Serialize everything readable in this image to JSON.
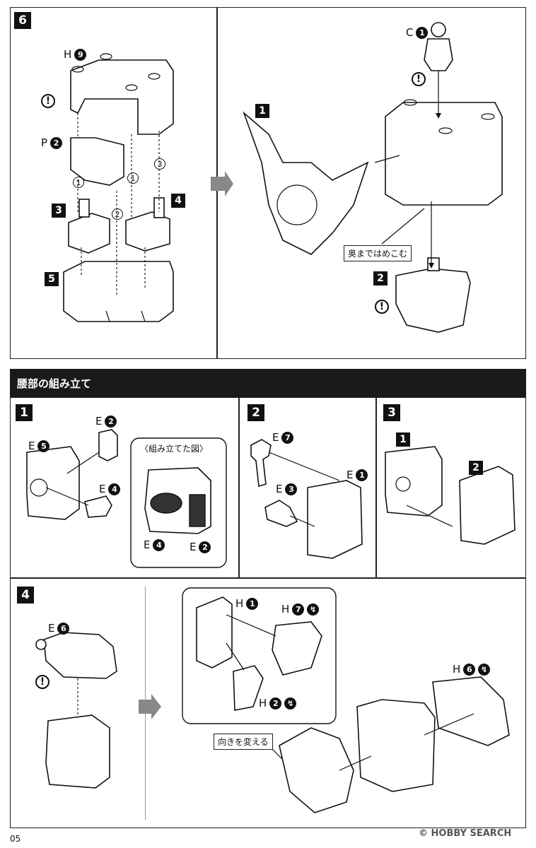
{
  "step6": {
    "number": "6",
    "parts": {
      "h9": {
        "letter": "H",
        "num": "9"
      },
      "p2": {
        "letter": "P",
        "num": "2"
      },
      "c1": {
        "letter": "C",
        "num": "1"
      }
    },
    "subs": [
      "3",
      "4",
      "5",
      "1",
      "2"
    ],
    "seq": [
      "1",
      "1",
      "2",
      "3"
    ],
    "insert_label": "奥まではめこむ"
  },
  "section_title": "腰部の組み立て",
  "step1": {
    "number": "1",
    "e2": {
      "letter": "E",
      "num": "2"
    },
    "e5": {
      "letter": "E",
      "num": "5"
    },
    "e4": {
      "letter": "E",
      "num": "4"
    },
    "assembled_title": "〈組み立てた図〉",
    "assembled_e4": {
      "letter": "E",
      "num": "4"
    },
    "assembled_e2": {
      "letter": "E",
      "num": "2"
    }
  },
  "step2": {
    "number": "2",
    "e7": {
      "letter": "E",
      "num": "7"
    },
    "e1": {
      "letter": "E",
      "num": "1"
    },
    "e3": {
      "letter": "E",
      "num": "3"
    }
  },
  "step3": {
    "number": "3",
    "sub1": "1",
    "sub2": "2"
  },
  "step4": {
    "number": "4",
    "e6": {
      "letter": "E",
      "num": "6"
    },
    "h1": {
      "letter": "H",
      "num": "1"
    },
    "h7": {
      "letter": "H",
      "num": "7"
    },
    "h2": {
      "letter": "H",
      "num": "2"
    },
    "h6": {
      "letter": "H",
      "num": "6"
    },
    "rotate_label": "向きを変える"
  },
  "footer": {
    "page_number": "05",
    "watermark": "© HOBBY SEARCH"
  }
}
